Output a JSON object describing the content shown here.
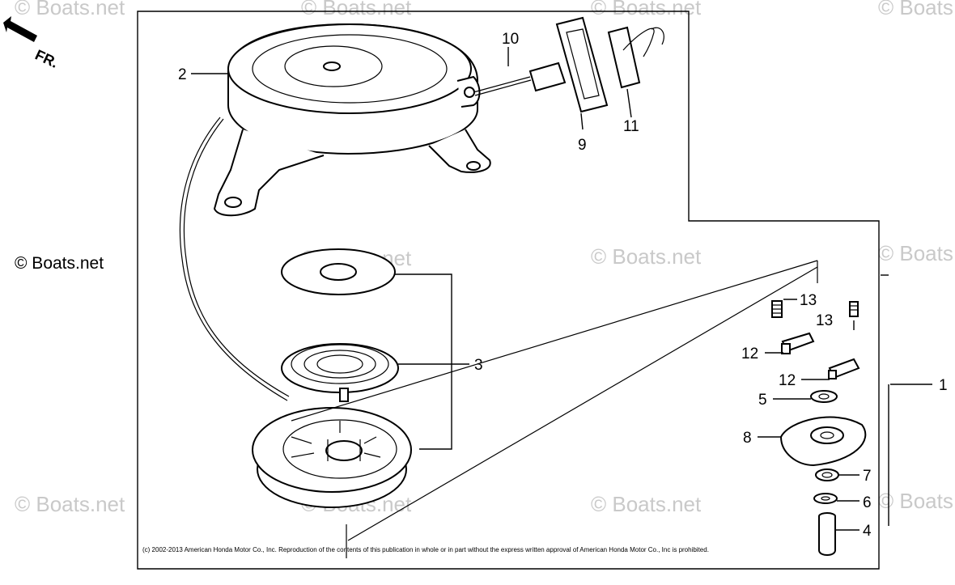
{
  "watermark": "© Boats.net",
  "copyright_label": "© Boats.net",
  "direction_label": "FR.",
  "legal_notice": "(c) 2002-2013 American Honda Motor Co., Inc. Reproduction of the contents of this publication in whole or in part without the express written approval of American Honda Motor Co., Inc is prohibited.",
  "callouts": {
    "p1": "1",
    "p2": "2",
    "p3": "3",
    "p4": "4",
    "p5": "5",
    "p6": "6",
    "p7": "7",
    "p8": "8",
    "p9": "9",
    "p10": "10",
    "p11": "11",
    "p12a": "12",
    "p12b": "12",
    "p13a": "13",
    "p13b": "13"
  }
}
